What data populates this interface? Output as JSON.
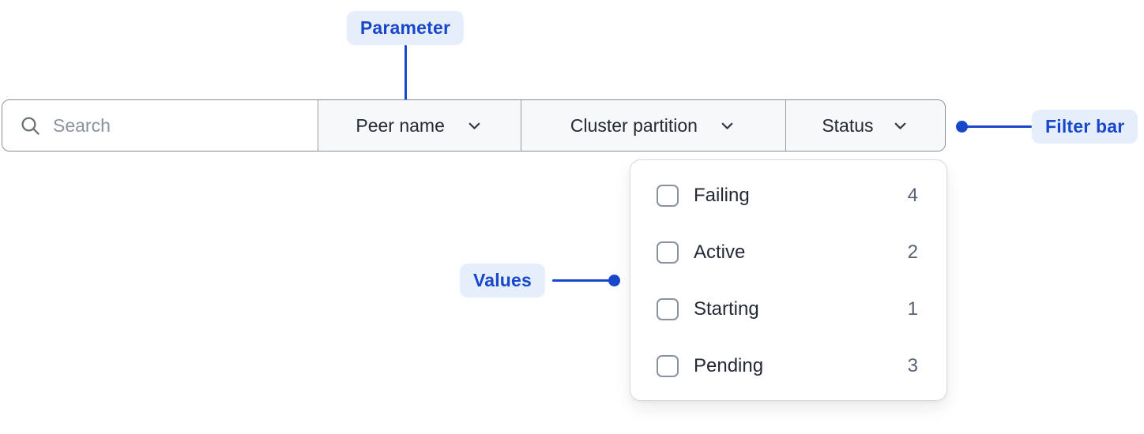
{
  "colors": {
    "annotation-blue": "#1847cb",
    "annotation-badge-bg": "#e7eefb",
    "bar-border": "#868d97",
    "section-bg": "#f7f8f9",
    "text-dark": "#232a35",
    "placeholder-gray": "#8a919d",
    "count-gray": "#596274",
    "panel-border": "#d8dade",
    "checkbox-border": "#8a92a0"
  },
  "annotations": {
    "parameter_label": "Parameter",
    "filter_bar_label": "Filter bar",
    "values_label": "Values"
  },
  "filter_bar": {
    "search": {
      "placeholder": "Search",
      "value": "",
      "icon": "search-icon"
    },
    "dropdowns": [
      {
        "label": "Peer name",
        "icon": "chevron-down-icon",
        "open": false
      },
      {
        "label": "Cluster partition",
        "icon": "chevron-down-icon",
        "open": false
      },
      {
        "label": "Status",
        "icon": "chevron-down-icon",
        "open": true
      }
    ]
  },
  "status_dropdown": {
    "options": [
      {
        "label": "Failing",
        "count": "4",
        "checked": false
      },
      {
        "label": "Active",
        "count": "2",
        "checked": false
      },
      {
        "label": "Starting",
        "count": "1",
        "checked": false
      },
      {
        "label": "Pending",
        "count": "3",
        "checked": false
      }
    ]
  }
}
